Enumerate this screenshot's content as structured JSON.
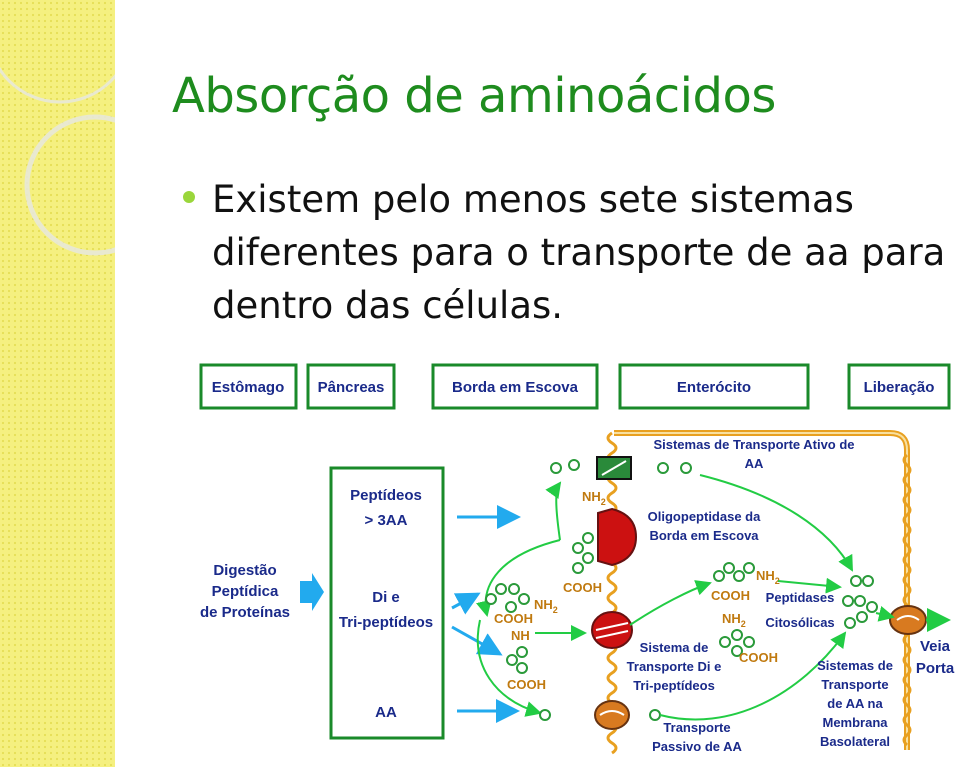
{
  "title": "Absorção de aminoácidos",
  "bullet": "Existem pelo menos sete sistemas diferentes para o transporte de aa para dentro das células.",
  "diagram": {
    "stages": [
      "Estômago",
      "Pâncreas",
      "Borda em Escova",
      "Enterócito",
      "Liberação"
    ],
    "digestao": [
      "Digestão",
      "Peptídica",
      "de Proteínas"
    ],
    "peptideos": [
      "Peptídeos",
      "> 3AA"
    ],
    "di_tri": [
      "Di e",
      "Tri-peptídeos"
    ],
    "aa": "AA",
    "ativo": [
      "Sistemas de Transporte Ativo de",
      "AA"
    ],
    "oligo": [
      "Oligopeptidase da",
      "Borda em Escova"
    ],
    "sistema_di": [
      "Sistema de",
      "Transporte Di e",
      "Tri-peptídeos"
    ],
    "peptidases": [
      "Peptidases",
      "Citosólicas"
    ],
    "sistemas_basolateral": [
      "Sistemas de",
      "Transporte",
      "de AA na",
      "Membrana",
      "Basolateral"
    ],
    "veia": [
      "Veia",
      "Porta"
    ],
    "passivo": [
      "Transporte",
      "Passivo de AA"
    ],
    "chem": {
      "nh2": "NH",
      "nh2_sub": "2",
      "cooh": "COOH",
      "nh": "NH"
    },
    "colors": {
      "box_border": "#1a8a2a",
      "label": "#1a2a8a",
      "arrow": "#22cc44",
      "blue_arrow": "#22aaee",
      "chem": "#c07a10",
      "membrane": "#e8a020",
      "transporter_red": "#cc1111"
    }
  }
}
